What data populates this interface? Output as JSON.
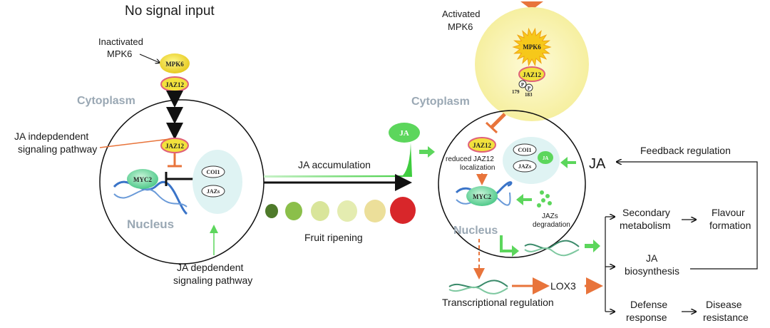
{
  "title": "No signal input",
  "left": {
    "inactivated_label": [
      "Inactivated",
      "MPK6"
    ],
    "mpk6": "MPK6",
    "jaz12_top": "JAZ12",
    "cytoplasm": "Cytoplasm",
    "jaz12_mid": "JAZ12",
    "myc2": "MYC2",
    "coi1": "COI1",
    "jazs": "JAZs",
    "nucleus": "Nucleus",
    "ja_independent": [
      "JA indepdendent",
      "signaling pathway"
    ],
    "ja_dependent": [
      "JA depdendent",
      "signaling pathway"
    ]
  },
  "middle": {
    "ja_accumulation": "JA accumulation",
    "fruit_ripening": "Fruit ripening",
    "ja_bubble": "JA"
  },
  "right": {
    "activated_label": [
      "Activated",
      "MPK6"
    ],
    "mpk6": "MPK6",
    "jaz12_top": "JAZ12",
    "phospho_p": "P",
    "site1": "179",
    "site2": "183",
    "cytoplasm": "Cytoplasm",
    "jaz12": "JAZ12",
    "reduced_label": [
      "reduced JAZ12",
      "localization"
    ],
    "coi1": "COI1",
    "jazs": "JAZs",
    "ja_small": "JA",
    "myc2": "MYC2",
    "jazs_degradation": [
      "JAZs",
      "degradation"
    ],
    "nucleus": "Nucleus",
    "ja_external": "JA",
    "feedback": "Feedback regulation",
    "secondary": [
      "Secondary",
      "metabolism"
    ],
    "flavour": [
      "Flavour",
      "formation"
    ],
    "ja_biosynthesis": [
      "JA",
      "biosynthesis"
    ],
    "defense": [
      "Defense",
      "response"
    ],
    "disease": [
      "Disease",
      "resistance"
    ],
    "lox3": "LOX3",
    "transcriptional": "Transcriptional regulation"
  },
  "colors": {
    "green_arrow": "#5cd65c",
    "orange_arrow": "#e8743b",
    "mpk6_yellow": "#f2e23c",
    "nucleus_bg": "#dff3f3",
    "activated_glow": "#fbf7c2"
  }
}
